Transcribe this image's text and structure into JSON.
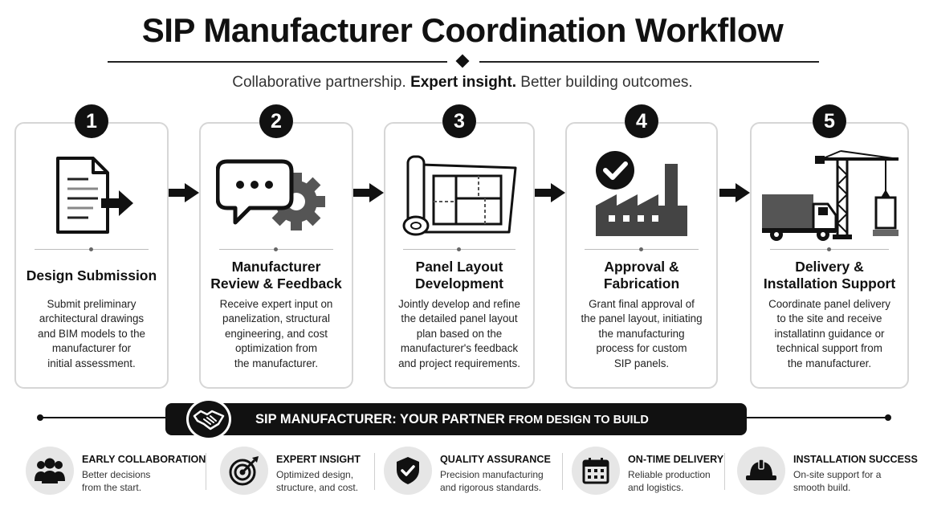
{
  "header": {
    "title": "SIP Manufacturer Coordination Workflow",
    "subtitle_pre": "Collaborative partnership. ",
    "subtitle_bold": "Expert insight.",
    "subtitle_post": " Better building outcomes."
  },
  "steps": [
    {
      "number": "1",
      "icon": "document-arrow-icon",
      "title": "Design Submission",
      "desc": [
        "Submit preliminary",
        "architectural drawings",
        "and BIM models to the",
        "manufacturer for",
        "initial assessment."
      ]
    },
    {
      "number": "2",
      "icon": "chat-gear-icon",
      "title": "Manufacturer Review & Feedback",
      "desc": [
        "Receive expert input on",
        "panelization, structural",
        "engineering, and cost",
        "optimization from",
        "the manufacturer."
      ]
    },
    {
      "number": "3",
      "icon": "blueprint-icon",
      "title": "Panel Layout Development",
      "desc": [
        "Jointly develop and refine",
        "the detailed panel layout",
        "plan based on the",
        "manufacturer's feedback",
        "and project requirements."
      ]
    },
    {
      "number": "4",
      "icon": "factory-check-icon",
      "title": "Approval & Fabrication",
      "desc": [
        "Grant final approval of",
        "the panel layout, initiating",
        "the manufacturing",
        "process for custom",
        "SIP panels."
      ]
    },
    {
      "number": "5",
      "icon": "truck-crane-icon",
      "title": "Delivery & Installation Support",
      "desc": [
        "Coordinate panel delivery",
        "to the site and receive",
        "installatinn guidance or",
        "technical support from",
        "the manufacturer."
      ]
    }
  ],
  "banner": {
    "icon": "handshake-icon",
    "text_main": "SIP MANUFACTURER: YOUR PARTNER ",
    "text_small": "FROM DESIGN TO BUILD"
  },
  "benefits": [
    {
      "icon": "people-icon",
      "title": "EARLY COLLABORATION",
      "desc": [
        "Better decisions",
        "from the start."
      ]
    },
    {
      "icon": "target-icon",
      "title": "EXPERT INSIGHT",
      "desc": [
        "Optimized design,",
        "structure, and cost."
      ]
    },
    {
      "icon": "shield-check-icon",
      "title": "QUALITY ASSURANCE",
      "desc": [
        "Precision manufacturing",
        "and rigorous standards."
      ]
    },
    {
      "icon": "calendar-icon",
      "title": "ON-TIME DELIVERY",
      "desc": [
        "Reliable production",
        "and logistics."
      ]
    },
    {
      "icon": "hardhat-icon",
      "title": "INSTALLATION SUCCESS",
      "desc": [
        "On-site support for a",
        "smooth build."
      ]
    }
  ],
  "colors": {
    "primary": "#111111",
    "card_border": "#d6d6d6",
    "icon_circle": "#e6e6e6"
  }
}
